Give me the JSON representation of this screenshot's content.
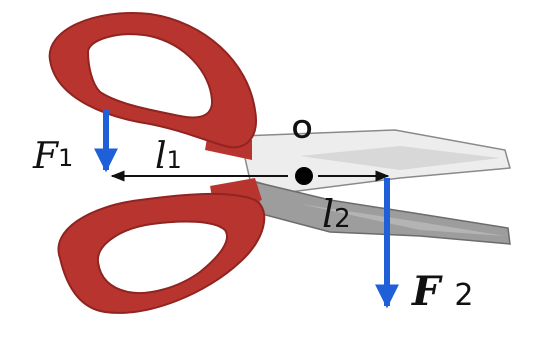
{
  "diagram": {
    "pivot_label": "O",
    "force_1": {
      "symbol": "F",
      "subscript": "1"
    },
    "force_2": {
      "symbol": "F",
      "subscript": "2"
    },
    "arm_1": {
      "symbol": "l",
      "subscript": "1"
    },
    "arm_2": {
      "symbol": "l",
      "subscript": "2"
    }
  },
  "colors": {
    "handle": "#b8352f",
    "handle_dark": "#8f2420",
    "blade_light": "#eef0ee",
    "blade_gray": "#9c9c9c",
    "blade_dark": "#6c6c6c",
    "force_arrow": "#1f5fd8",
    "lever_arm": "#111111",
    "pivot": "#000000"
  }
}
